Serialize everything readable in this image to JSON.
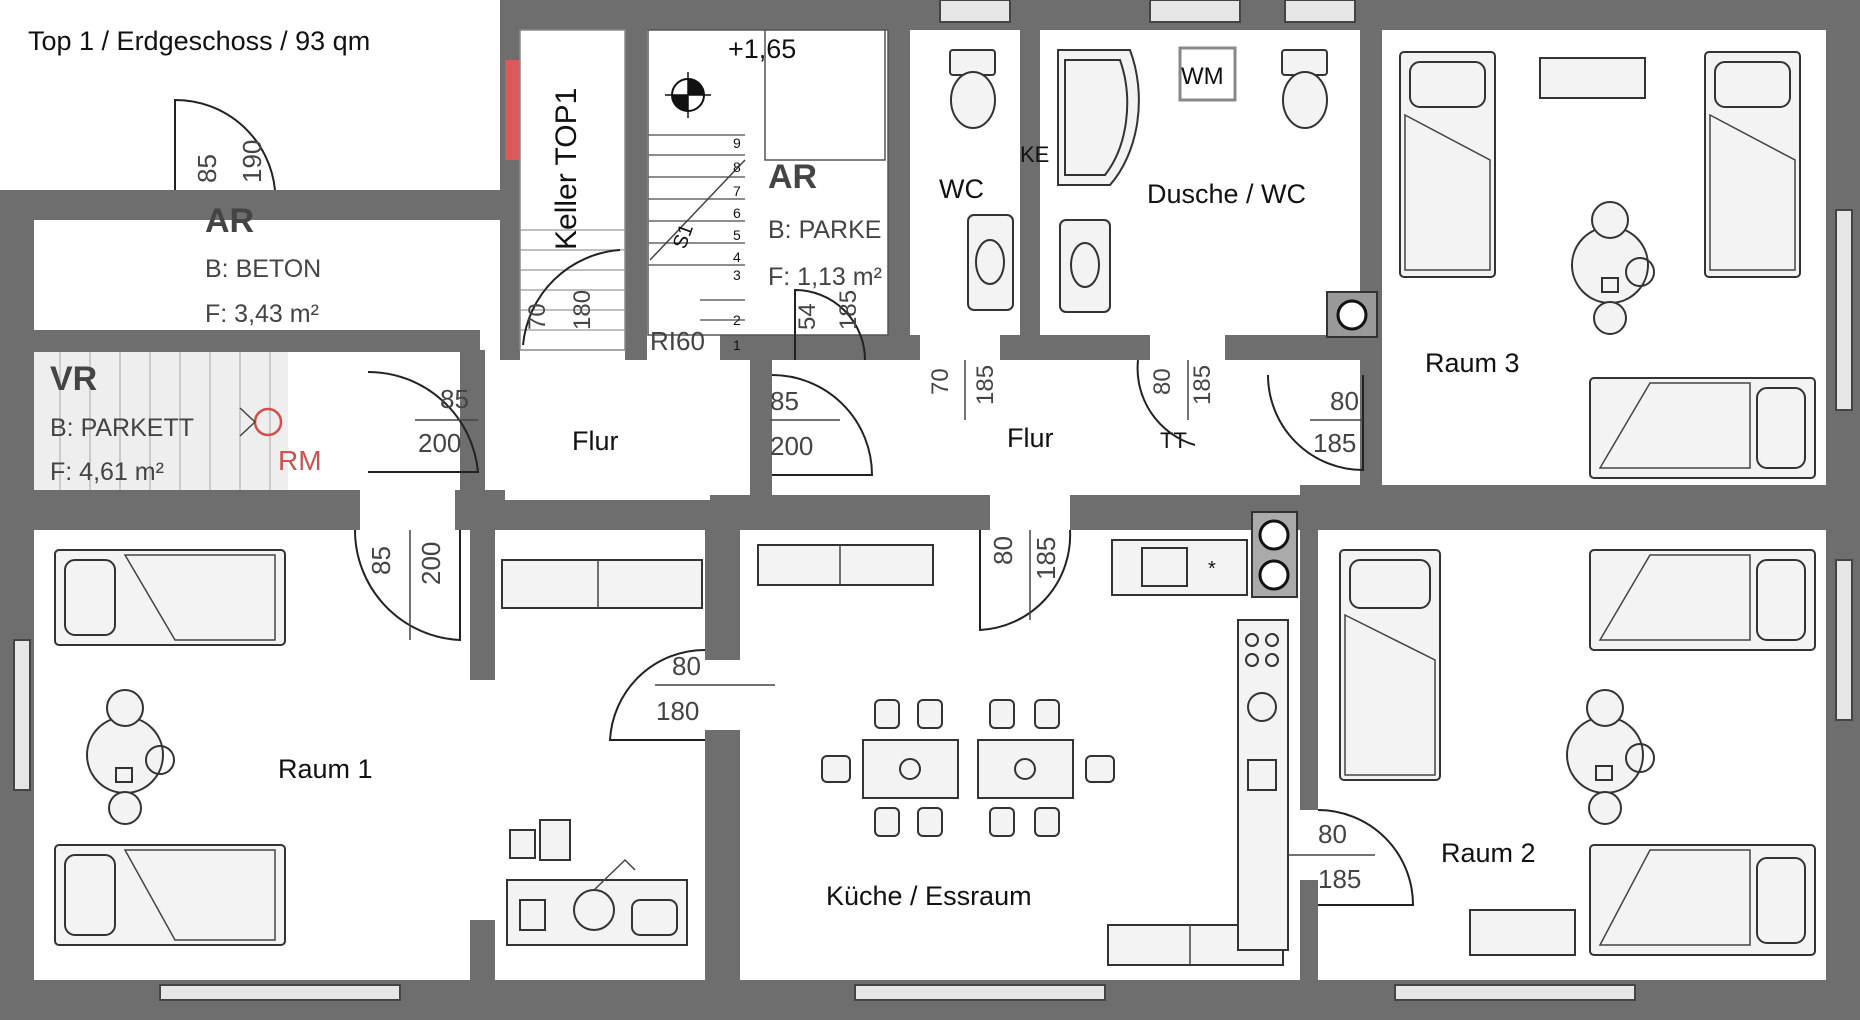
{
  "title": "Top 1 / Erdgeschoss / 93 qm",
  "labels": {
    "raum1": "Raum 1",
    "raum2": "Raum 2",
    "raum3": "Raum 3",
    "kueche": "Küche / Essraum",
    "flur1": "Flur",
    "flur2": "Flur",
    "wc": "WC",
    "dusche": "Dusche / WC",
    "wm": "WM",
    "keller": "Keller TOP1",
    "rm": "RM",
    "ri60": "RI60",
    "level": "+1,65",
    "tt": "TT",
    "ke": "KE"
  },
  "storage1": {
    "code": "AR",
    "floor": "B: BETON",
    "area": "F: 3,43 m²"
  },
  "storage2": {
    "code": "AR",
    "floor": "B: PARKE",
    "area": "F: 1,13 m²"
  },
  "vr": {
    "code": "VR",
    "floor": "B: PARKETT",
    "area": "F: 4,61 m²"
  },
  "doors": [
    {
      "w": "85",
      "h": "190"
    },
    {
      "w": "70",
      "h": "180"
    },
    {
      "w": "54",
      "h": "185"
    },
    {
      "w": "85",
      "h": "200"
    },
    {
      "w": "85",
      "h": "200"
    },
    {
      "w": "70",
      "h": "185"
    },
    {
      "w": "80",
      "h": "185"
    },
    {
      "w": "80",
      "h": "185"
    },
    {
      "w": "85",
      "h": "200"
    },
    {
      "w": "80",
      "h": "185"
    },
    {
      "w": "80",
      "h": "180"
    },
    {
      "w": "80",
      "h": "185"
    }
  ],
  "stairs": [
    "1",
    "2",
    "3",
    "4",
    "5",
    "6",
    "7",
    "8",
    "9"
  ],
  "stair_label": "S1"
}
